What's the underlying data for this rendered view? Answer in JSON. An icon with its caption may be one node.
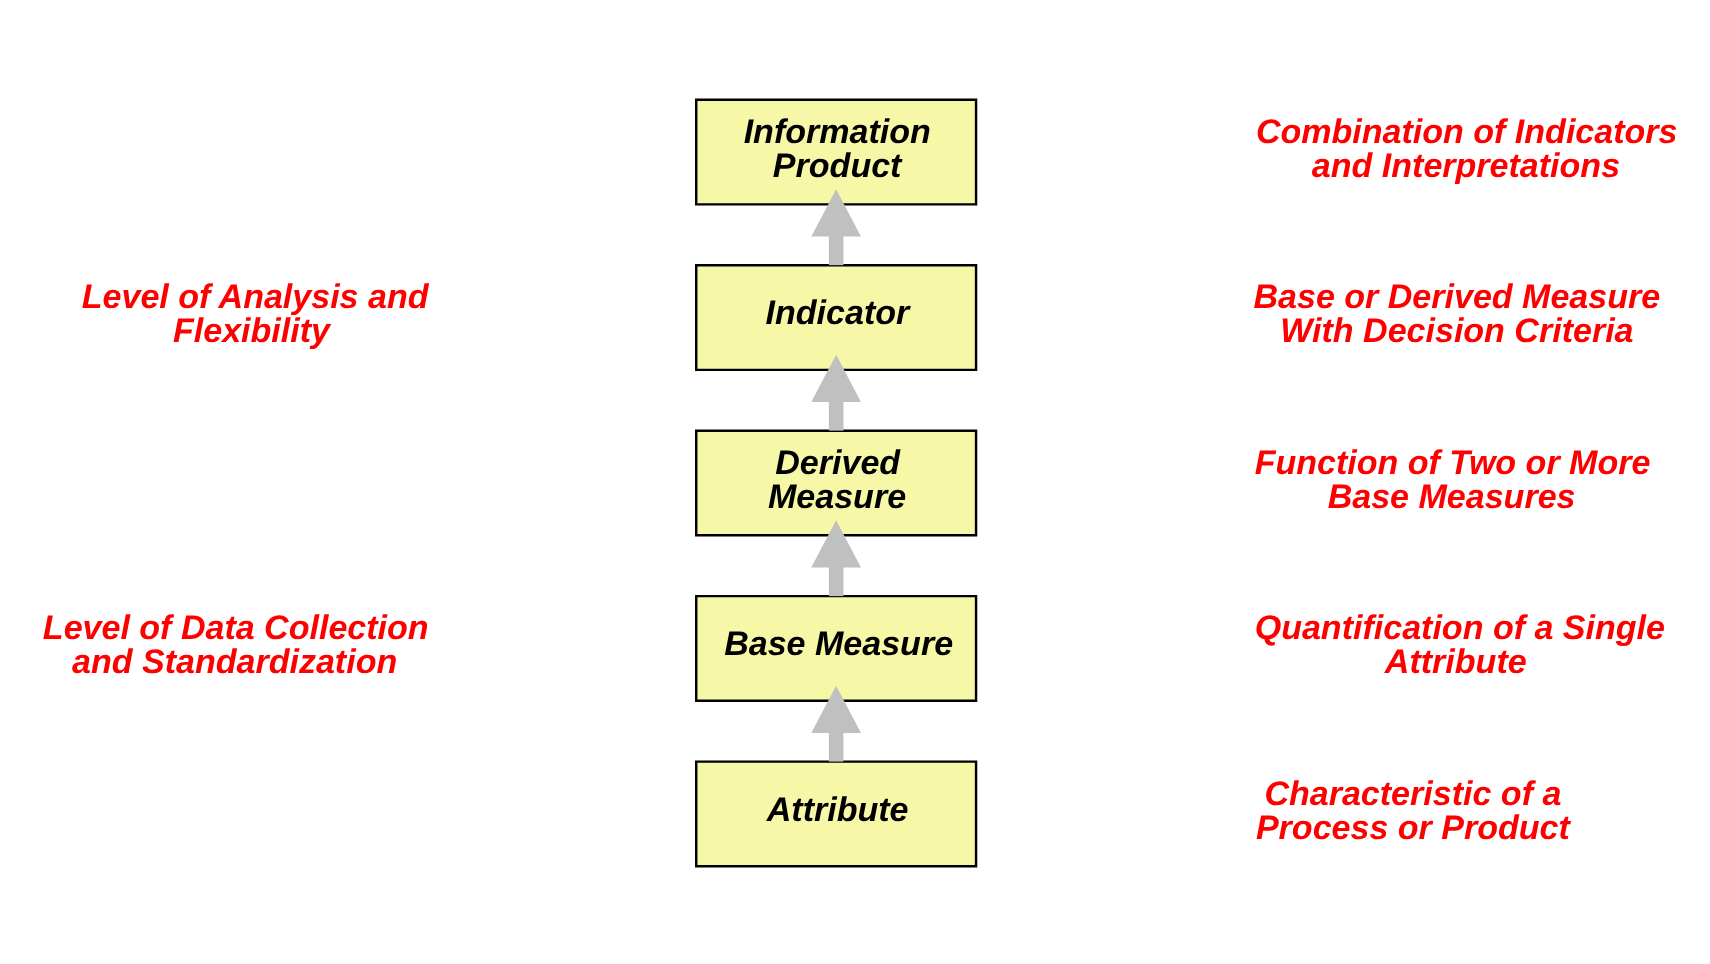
{
  "diagram": {
    "nodes": [
      {
        "text": [
          "Information Product"
        ]
      },
      {
        "text": [
          "Indicator"
        ]
      },
      {
        "text": [
          "Derived Measure"
        ]
      },
      {
        "text": [
          "Base Measure"
        ]
      },
      {
        "text": [
          "Attribute"
        ]
      }
    ],
    "edges": [
      {
        "from": 4,
        "to": 3,
        "arrow": "to"
      },
      {
        "from": 3,
        "to": 2,
        "arrow": "to"
      },
      {
        "from": 2,
        "to": 1,
        "arrow": "to"
      },
      {
        "from": 1,
        "to": 0,
        "arrow": "to"
      }
    ],
    "labels": [
      "Combination of Indicators and Interpretations",
      "Level of Analysis and Flexibility",
      "Base or Derived Measure With Decision Criteria",
      "Function of Two or More Base Measures",
      "Level of Data Collection and Standardization",
      "Quantification of a Single Attribute",
      "Characteristic of a Process or Product"
    ]
  }
}
